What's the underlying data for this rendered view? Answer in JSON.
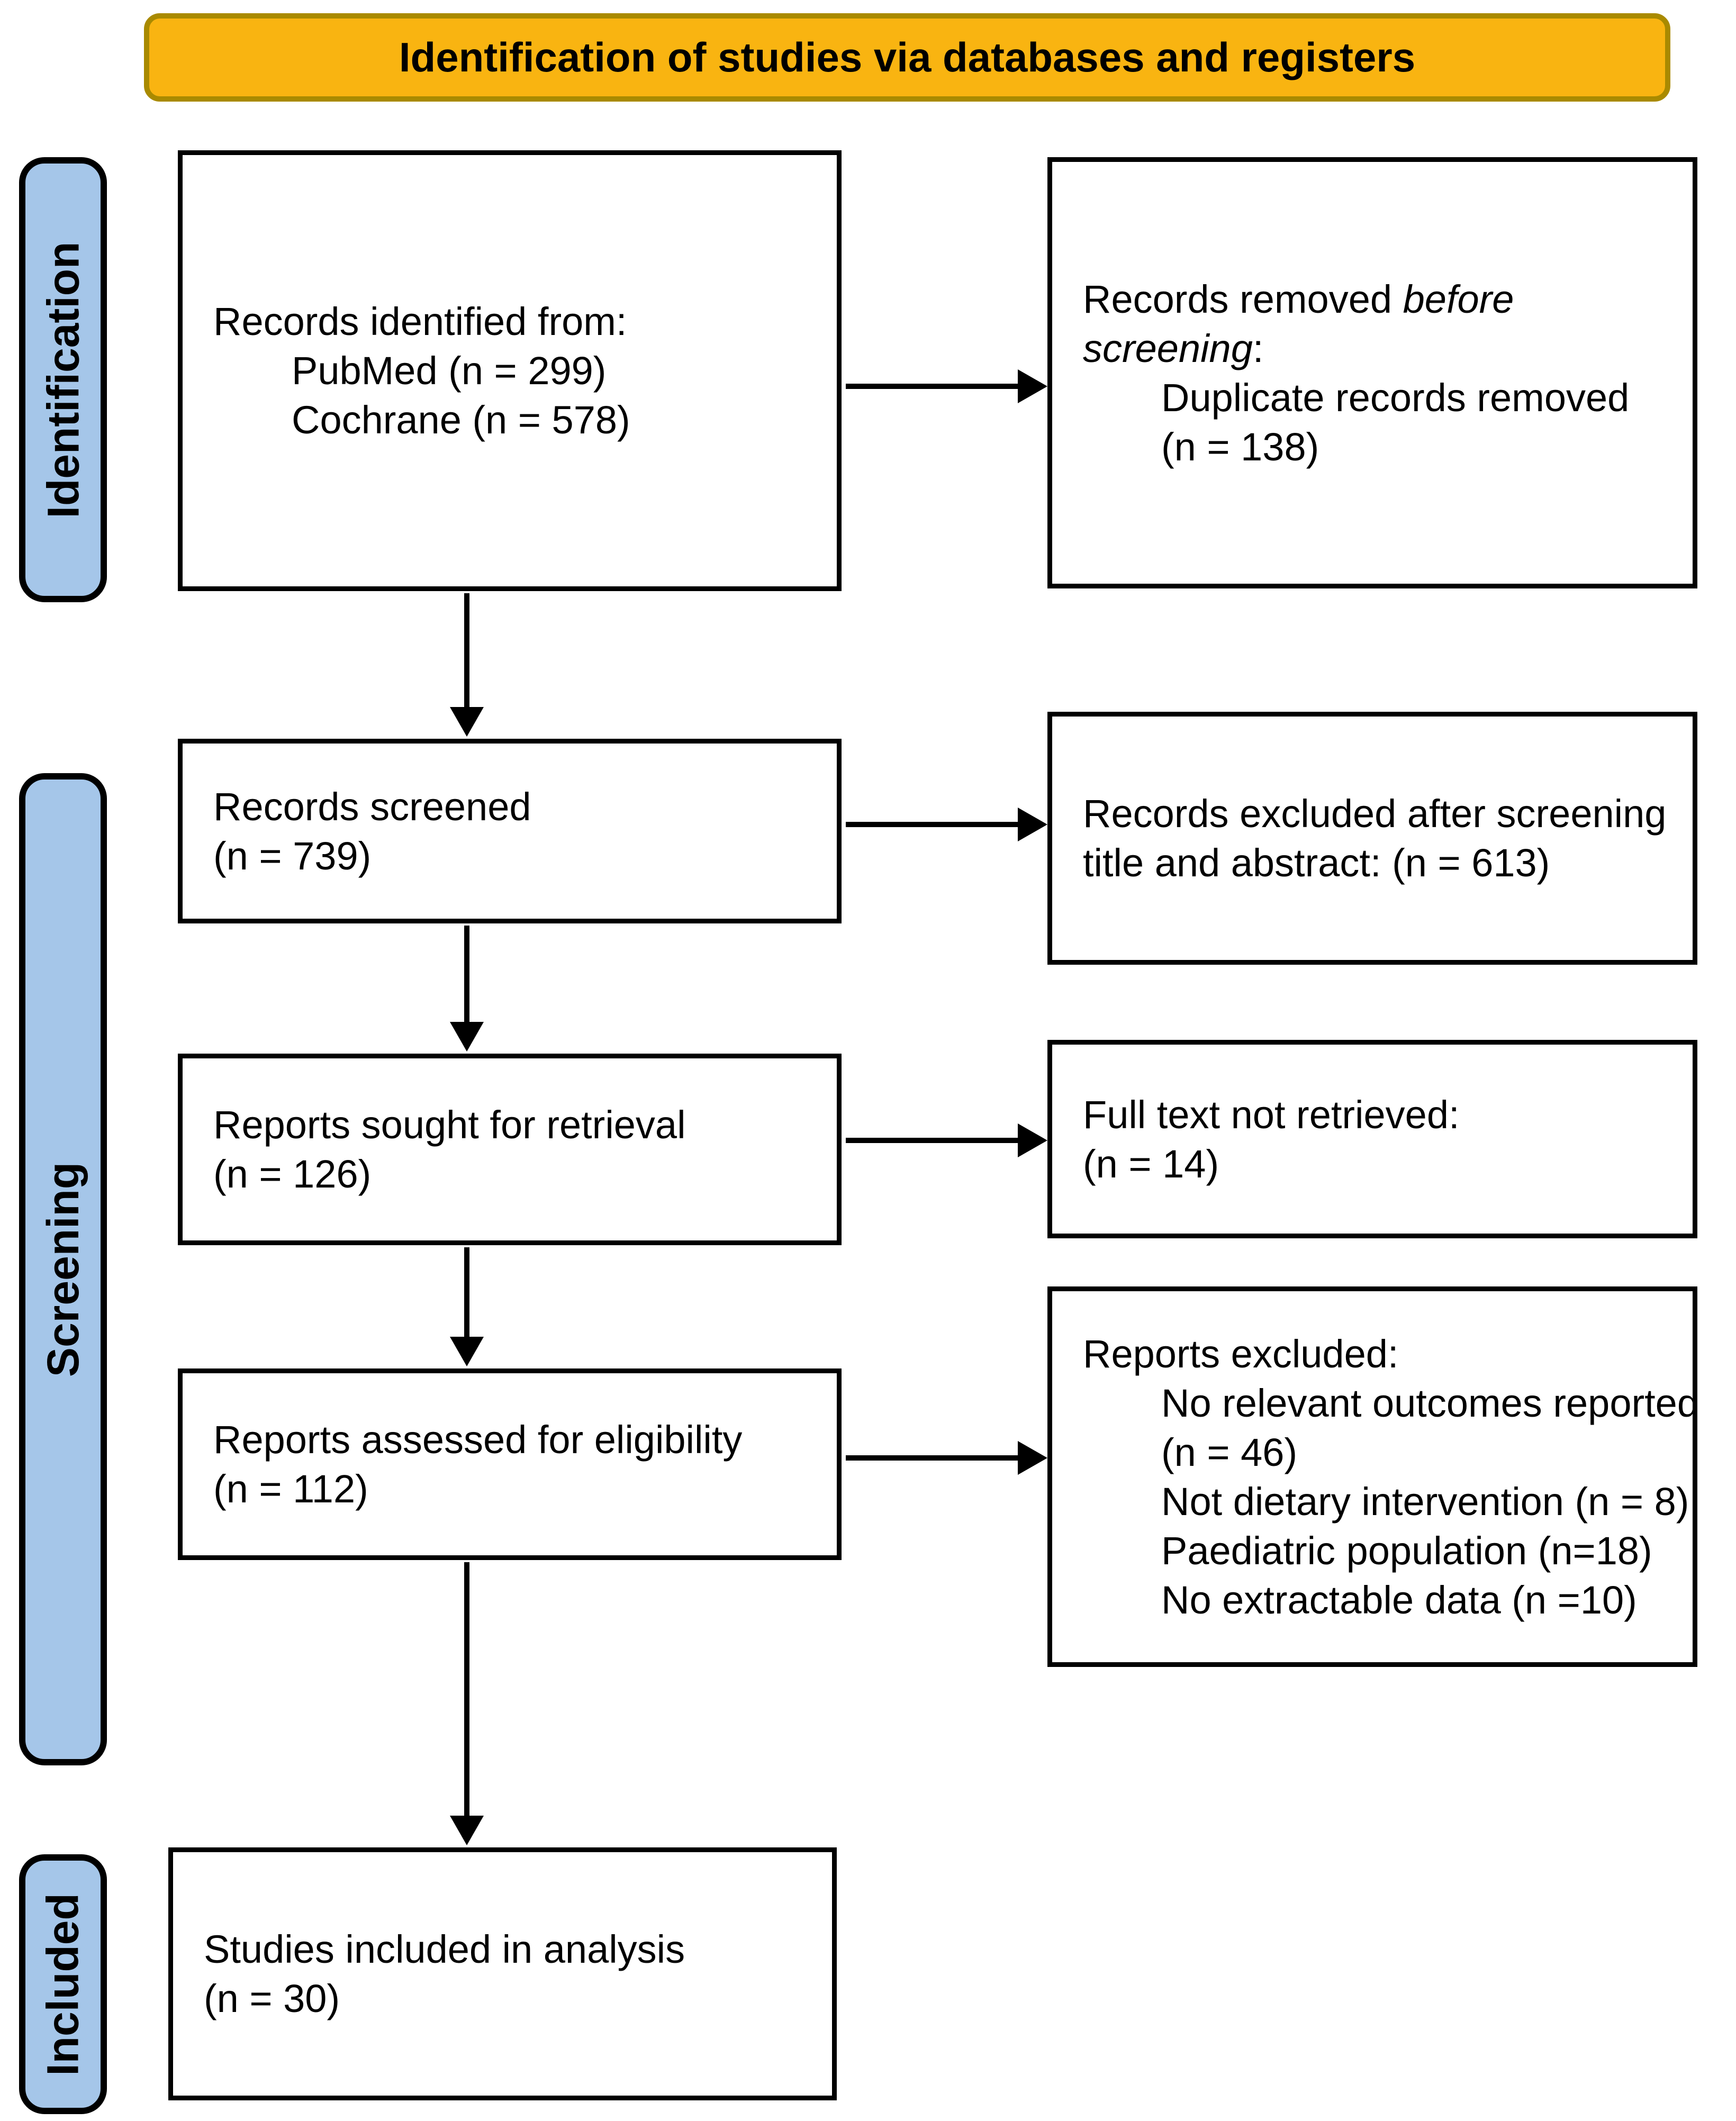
{
  "banner": {
    "title": "Identification of studies via databases and registers"
  },
  "stages": {
    "identification": "Identification",
    "screening": "Screening",
    "included": "Included"
  },
  "boxes": {
    "records_identified": {
      "line1": "Records identified from:",
      "line2": "PubMed (n = 299)",
      "line3": "Cochrane (n = 578)"
    },
    "records_removed": {
      "line1_part1": "Records removed ",
      "line1_part2_italic": "before screening",
      "line1_part3": ":",
      "line2": "Duplicate records removed",
      "line3": "(n = 138)"
    },
    "records_screened": {
      "line1": "Records screened",
      "line2": "(n = 739)"
    },
    "records_excluded": {
      "line1": "Records excluded after screening",
      "line2": "title and abstract: (n = 613)"
    },
    "reports_sought": {
      "line1": "Reports sought for retrieval",
      "line2": "(n = 126)"
    },
    "fulltext_not_retrieved": {
      "line1": "Full text not retrieved:",
      "line2": "(n = 14)"
    },
    "reports_assessed": {
      "line1": "Reports assessed for eligibility",
      "line2": "(n = 112)"
    },
    "reports_excluded": {
      "line1": "Reports excluded:",
      "line2": "No relevant outcomes reported",
      "line3": "(n = 46)",
      "line4": "Not dietary intervention (n = 8)",
      "line5": "Paediatric population (n=18)",
      "line6": "No extractable data (n =10)"
    },
    "studies_included": {
      "line1": "Studies included in analysis",
      "line2": "(n = 30)"
    }
  },
  "colors": {
    "banner_fill": "#F9B411",
    "banner_border": "#A98A00",
    "stage_fill": "#A5C6E9",
    "box_border": "#000000",
    "text": "#000000",
    "background": "#FFFFFF"
  }
}
